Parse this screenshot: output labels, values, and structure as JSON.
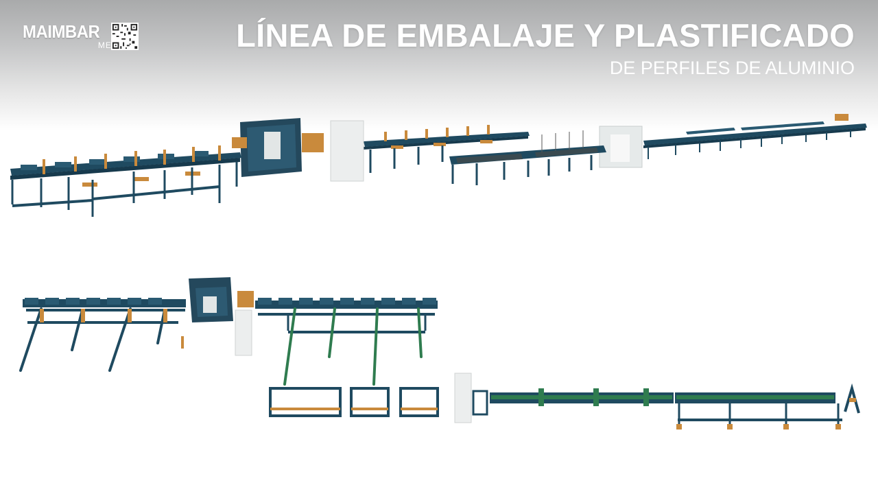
{
  "brand": {
    "name": "MAIMBAR",
    "tagline": "METAL",
    "qr_icon": "qr-code-icon"
  },
  "heading": {
    "title": "LÍNEA DE EMBALAJE Y PLASTIFICADO",
    "subtitle": "DE PERFILES DE ALUMINIO"
  },
  "colors": {
    "frame": "#1f4a60",
    "frame_dark": "#173a4d",
    "accent": "#c98a3c",
    "green": "#2f7c4f",
    "panel": "#e8ecec"
  },
  "scene": {
    "upper_icon": "packaging-line-perspective-view",
    "lower_icon": "packaging-line-top-view"
  }
}
